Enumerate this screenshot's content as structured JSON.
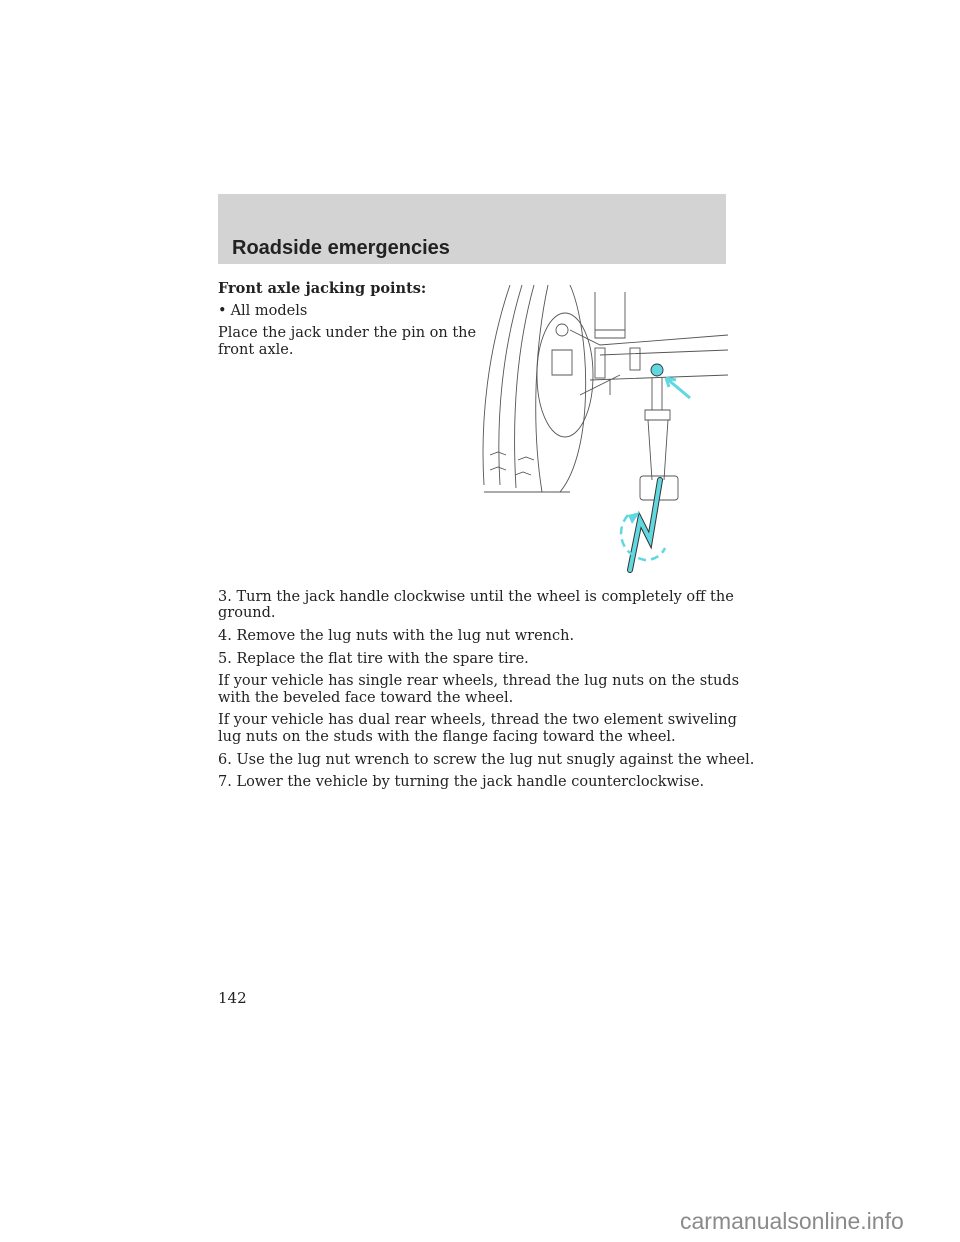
{
  "header": {
    "title": "Roadside emergencies"
  },
  "section": {
    "heading": "Front axle jacking points:",
    "bullet": "All models",
    "bullet_marker": "•",
    "instruction_line1": "Place the jack under the pin on the",
    "instruction_line2": "front axle."
  },
  "steps": {
    "s3_line1": "3. Turn the jack handle clockwise until the wheel is completely off the",
    "s3_line2": "ground.",
    "s4": "4. Remove the lug nuts with the lug nut wrench.",
    "s5": "5. Replace the flat tire with the spare tire.",
    "single_line1": "If your vehicle has single rear wheels, thread the lug nuts on the studs",
    "single_line2": "with the beveled face toward the wheel.",
    "dual_line1": "If your vehicle has dual rear wheels, thread the two element swiveling",
    "dual_line2": "lug nuts on the studs with the flange facing toward the wheel.",
    "s6": "6. Use the lug nut wrench to screw the lug nut snugly against the wheel.",
    "s7": "7. Lower the vehicle by turning the jack handle counterclockwise."
  },
  "page_number": "142",
  "watermark": "carmanualsonline.info",
  "colors": {
    "header_bg": "#d3d3d3",
    "accent": "#5fd8e0"
  }
}
